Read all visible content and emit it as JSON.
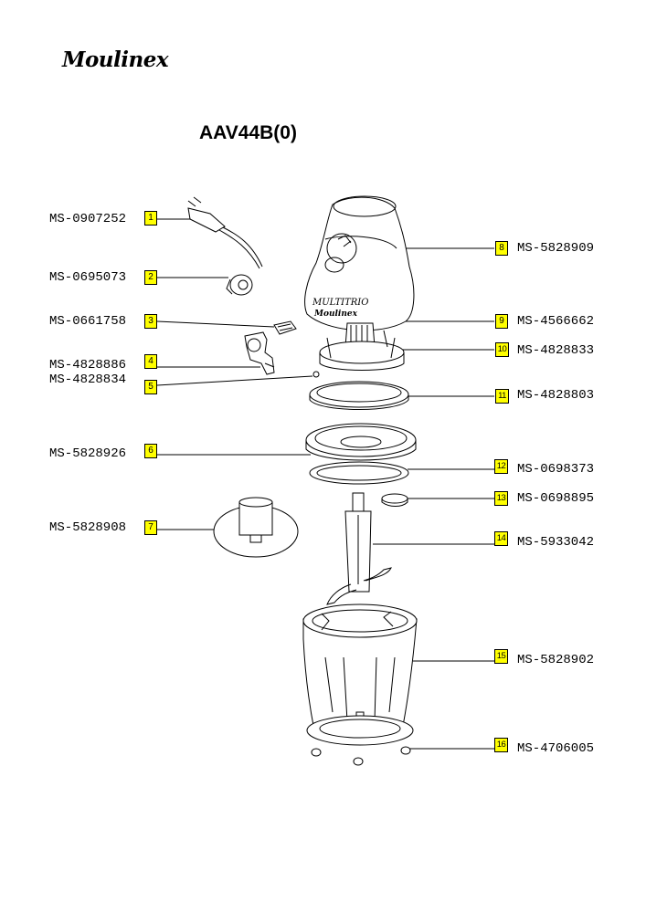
{
  "brand": "Moulinex",
  "model": "AAV44B(0)",
  "parts": [
    {
      "num": "1",
      "code": "MS-0907252"
    },
    {
      "num": "2",
      "code": "MS-0695073"
    },
    {
      "num": "3",
      "code": "MS-0661758"
    },
    {
      "num": "4",
      "code": "MS-4828886"
    },
    {
      "num": "5",
      "code": "MS-4828834"
    },
    {
      "num": "6",
      "code": "MS-5828926"
    },
    {
      "num": "7",
      "code": "MS-5828908"
    },
    {
      "num": "8",
      "code": "MS-5828909"
    },
    {
      "num": "9",
      "code": "MS-4566662"
    },
    {
      "num": "10",
      "code": "MS-4828833"
    },
    {
      "num": "11",
      "code": "MS-4828803"
    },
    {
      "num": "12",
      "code": "MS-0698373"
    },
    {
      "num": "13",
      "code": "MS-0698895"
    },
    {
      "num": "14",
      "code": "MS-5933042"
    },
    {
      "num": "15",
      "code": "MS-5828902"
    },
    {
      "num": "16",
      "code": "MS-4706005"
    }
  ],
  "motor_label": "MULTITRIO",
  "motor_brand": "Moulinex",
  "colors": {
    "callout": "#ffff00",
    "ink": "#000000"
  }
}
